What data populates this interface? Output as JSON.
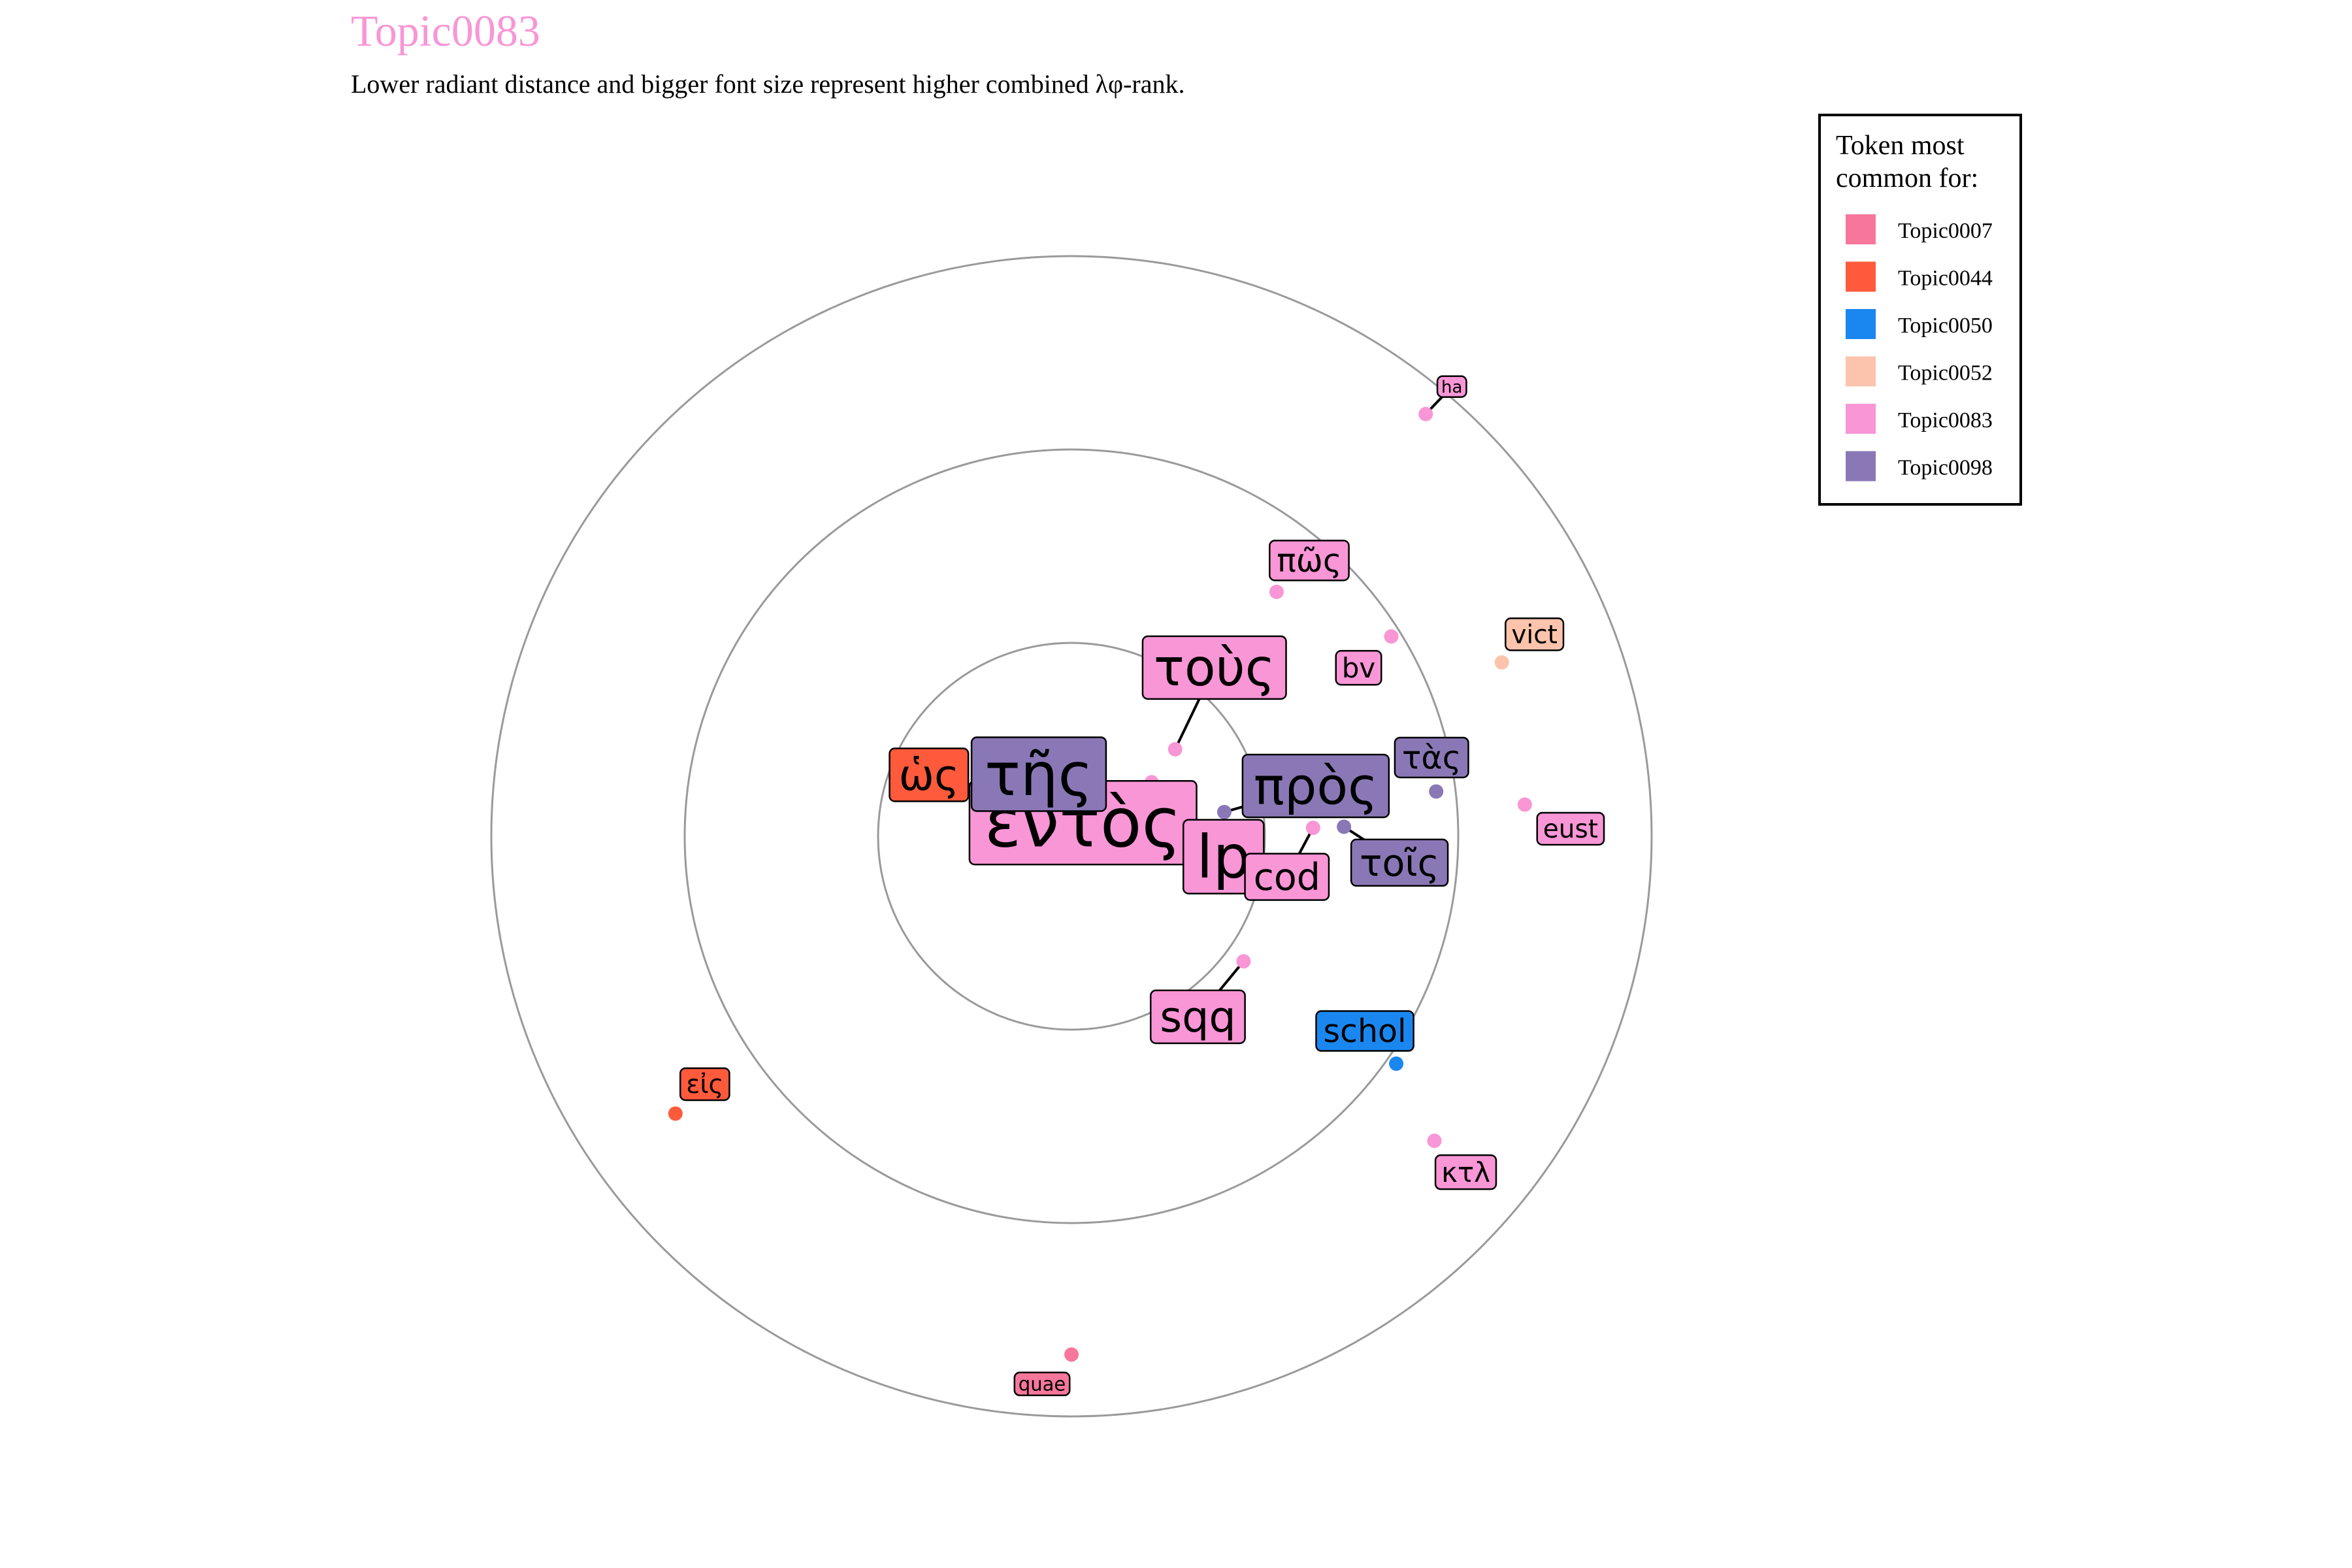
{
  "chart_data": {
    "type": "scatter",
    "title": "Topic0083",
    "title_color": "#F896D6",
    "subtitle": "Lower radiant distance and bigger font size represent higher combined λφ-rank.",
    "legend": {
      "title_lines": [
        "Token most",
        "common for:"
      ],
      "placement": "right",
      "entries": [
        {
          "label": "Topic0007",
          "color": "#F7779C"
        },
        {
          "label": "Topic0044",
          "color": "#FF5A3C"
        },
        {
          "label": "Topic0050",
          "color": "#1A87F0"
        },
        {
          "label": "Topic0052",
          "color": "#FCC4AC"
        },
        {
          "label": "Topic0083",
          "color": "#F896D6"
        },
        {
          "label": "Topic0098",
          "color": "#8A78B6"
        }
      ]
    },
    "rings": [
      1,
      2,
      3
    ],
    "tokens": [
      {
        "text": "ἐντὸς",
        "topic": "Topic0083",
        "r": 0.5,
        "angle_deg": 56,
        "size": 4
      },
      {
        "text": "τῆς",
        "topic": "Topic0098",
        "r": 0.0,
        "angle_deg": 0,
        "size": 3.5
      },
      {
        "text": "lp",
        "topic": "Topic0083",
        "r": 0.5,
        "angle_deg": 78,
        "size": 3.5
      },
      {
        "text": "τοὺς",
        "topic": "Topic0083",
        "r": 0.7,
        "angle_deg": 50,
        "size": 3
      },
      {
        "text": "πρὸς",
        "topic": "Topic0098",
        "r": 0.8,
        "angle_deg": 81,
        "size": 3
      },
      {
        "text": "ὡς",
        "topic": "Topic0044",
        "r": 0.5,
        "angle_deg": -60,
        "size": 2.5
      },
      {
        "text": "sqq",
        "topic": "Topic0083",
        "r": 1.1,
        "angle_deg": 126,
        "size": 2.5
      },
      {
        "text": "cod",
        "topic": "Topic0083",
        "r": 1.25,
        "angle_deg": 88,
        "size": 2.2
      },
      {
        "text": "τοῖς",
        "topic": "Topic0098",
        "r": 1.41,
        "angle_deg": 88,
        "size": 2.2
      },
      {
        "text": "τὰς",
        "topic": "Topic0098",
        "r": 1.9,
        "angle_deg": 83,
        "size": 1.9
      },
      {
        "text": "πῶς",
        "topic": "Topic0083",
        "r": 1.65,
        "angle_deg": 40,
        "size": 1.9
      },
      {
        "text": "bv",
        "topic": "Topic0083",
        "r": 1.95,
        "angle_deg": 58,
        "size": 1.6
      },
      {
        "text": "schol",
        "topic": "Topic0050",
        "r": 2.05,
        "angle_deg": 125,
        "size": 1.9
      },
      {
        "text": "κτλ",
        "topic": "Topic0083",
        "r": 2.45,
        "angle_deg": 130,
        "size": 1.6
      },
      {
        "text": "vict",
        "topic": "Topic0052",
        "r": 2.4,
        "angle_deg": 68,
        "size": 1.5
      },
      {
        "text": "eust",
        "topic": "Topic0083",
        "r": 2.35,
        "angle_deg": 86,
        "size": 1.5
      },
      {
        "text": "εἰς",
        "topic": "Topic0044",
        "r": 2.5,
        "angle_deg": -125,
        "size": 1.5
      },
      {
        "text": "ha",
        "topic": "Topic0083",
        "r": 2.85,
        "angle_deg": 40,
        "size": 1
      },
      {
        "text": "quae",
        "topic": "Topic0007",
        "r": 2.68,
        "angle_deg": 180,
        "size": 1.1
      }
    ]
  }
}
